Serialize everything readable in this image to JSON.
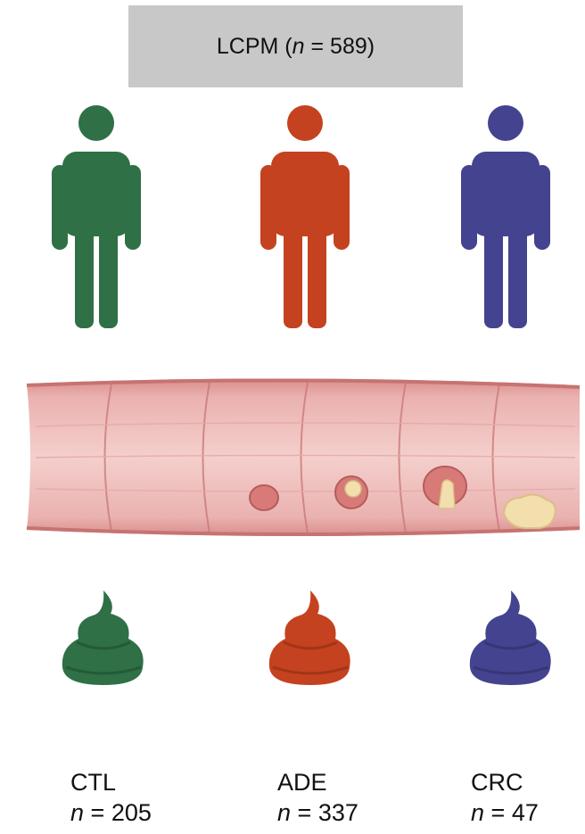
{
  "header": {
    "cohort": "LCPM",
    "n_symbol": "n",
    "n_value": "589"
  },
  "groups": [
    {
      "label": "CTL",
      "n_symbol": "n",
      "n_value": "205",
      "color": "#2f7046"
    },
    {
      "label": "ADE",
      "n_symbol": "n",
      "n_value": "337",
      "color": "#c4421f"
    },
    {
      "label": "CRC",
      "n_symbol": "n",
      "n_value": "47",
      "color": "#44438f"
    }
  ],
  "colors": {
    "colon_wall": "#e8a7a6",
    "colon_inner": "#f2c6c3",
    "polyp": "#d77a78",
    "tumor": "#f3dfad",
    "title_bg": "#c8c8c8"
  }
}
